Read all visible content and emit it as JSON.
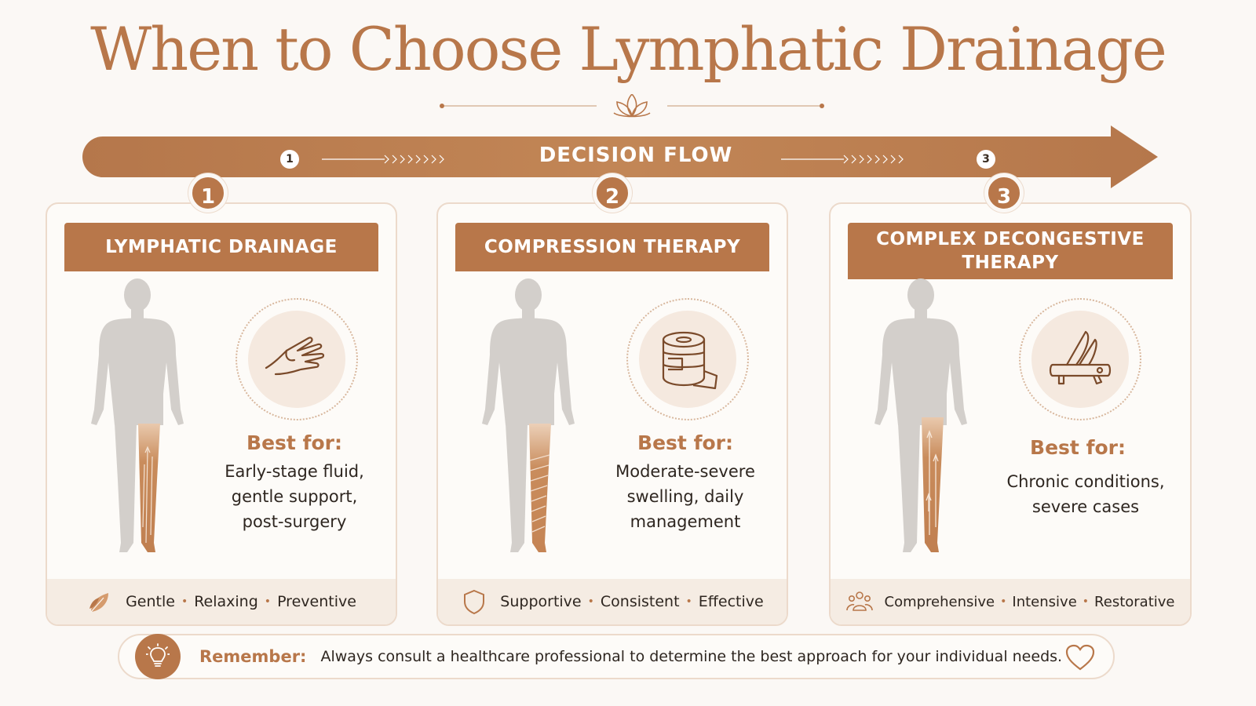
{
  "title": "When to Choose Lymphatic Drainage",
  "flow": {
    "label": "DECISION FLOW",
    "steps": [
      "1",
      "3"
    ]
  },
  "cards": [
    {
      "number": "1",
      "header": "LYMPHATIC DRAINAGE",
      "icon": "hand-massage-icon",
      "best_for_label": "Best for:",
      "best_for_text": [
        "Early-stage fluid,",
        "gentle support,",
        "post-surgery"
      ],
      "footer_icon": "leaf-icon",
      "tags": [
        "Gentle",
        "Relaxing",
        "Preventive"
      ]
    },
    {
      "number": "2",
      "header": "COMPRESSION THERAPY",
      "icon": "bandage-roll-icon",
      "best_for_label": "Best for:",
      "best_for_text": [
        "Moderate-severe",
        "swelling, daily",
        "management"
      ],
      "footer_icon": "shield-icon",
      "tags": [
        "Supportive",
        "Consistent",
        "Effective"
      ]
    },
    {
      "number": "3",
      "header": [
        "COMPLEX DECONGESTIVE",
        "THERAPY"
      ],
      "icon": "multi-tool-icon",
      "best_for_label": "Best for:",
      "best_for_text": [
        "Chronic conditions,",
        "severe cases"
      ],
      "footer_icon": "people-group-icon",
      "tags": [
        "Comprehensive",
        "Intensive",
        "Restorative"
      ]
    }
  ],
  "remember": {
    "label": "Remember:",
    "text": "Always consult a healthcare professional to determine the best approach for your individual needs.",
    "icon": "lightbulb-icon",
    "end_icon": "heart-icon"
  },
  "colors": {
    "accent": "#b8774a",
    "background": "#fbf8f5",
    "card_border": "#ecdacb",
    "body_gray": "#d3cfcb"
  }
}
